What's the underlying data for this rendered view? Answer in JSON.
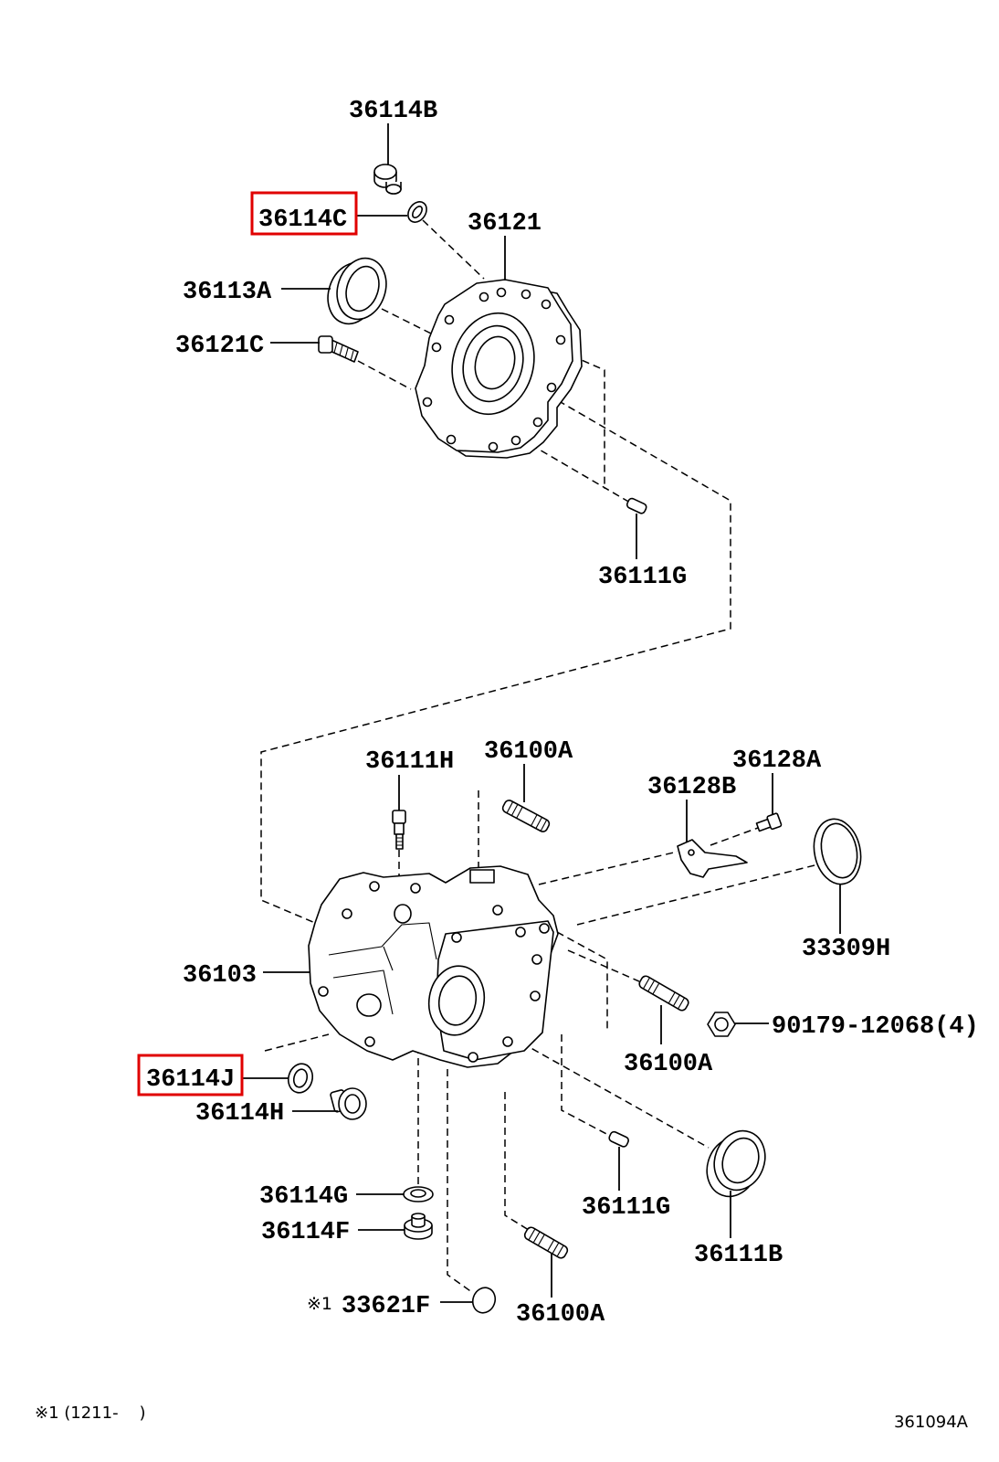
{
  "diagram_id": "361094A",
  "footnote": "※1 (1211-    )",
  "colors": {
    "line": "#000000",
    "highlight": "#e00000",
    "background": "#ffffff"
  },
  "callouts": [
    {
      "label": "36114B"
    },
    {
      "label": "36114C",
      "highlighted": true
    },
    {
      "label": "36121"
    },
    {
      "label": "36113A"
    },
    {
      "label": "36121C"
    },
    {
      "label": "36111G"
    },
    {
      "label": "36111H"
    },
    {
      "label": "36100A"
    },
    {
      "label": "36128A"
    },
    {
      "label": "36128B"
    },
    {
      "label": "33309H"
    },
    {
      "label": "36103"
    },
    {
      "label": "90179-12068(4)"
    },
    {
      "label": "36100A"
    },
    {
      "label": "36114J",
      "highlighted": true
    },
    {
      "label": "36114H"
    },
    {
      "label": "36114G"
    },
    {
      "label": "36114F"
    },
    {
      "note": "※1",
      "label": "33621F"
    },
    {
      "label": "36111G"
    },
    {
      "label": "36111B"
    },
    {
      "label": "36100A"
    }
  ]
}
